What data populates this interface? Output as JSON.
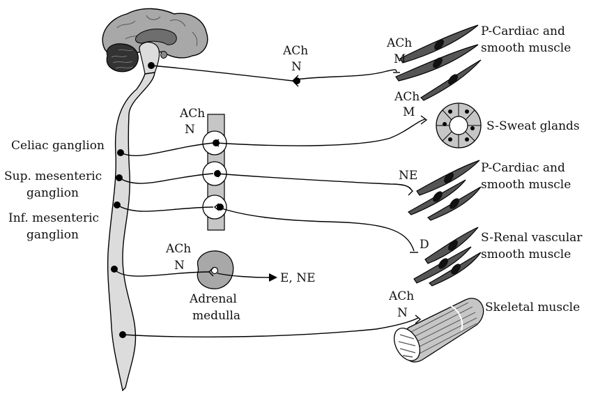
{
  "labels": {
    "ach_n_top": [
      "ACh",
      "N"
    ],
    "ach_m_top": [
      "ACh",
      "M"
    ],
    "ach_m_sweat": [
      "ACh",
      "M"
    ],
    "ach_n_ganglion": [
      "ACh",
      "N"
    ],
    "ach_n_adrenal": [
      "ACh",
      "N"
    ],
    "ach_n_skeletal": [
      "ACh",
      "N"
    ],
    "ne": "NE",
    "d": "D",
    "e_ne": "E, NE",
    "celiac": "Celiac ganglion",
    "sup_mesenteric": [
      "Sup. mesenteric",
      "ganglion"
    ],
    "inf_mesenteric": [
      "Inf. mesenteric",
      "ganglion"
    ],
    "adrenal": [
      "Adrenal",
      "medulla"
    ]
  },
  "targets": {
    "p_cardiac_1": [
      "P-Cardiac and",
      "smooth muscle"
    ],
    "s_sweat": "S-Sweat glands",
    "p_cardiac_2": [
      "P-Cardiac and",
      "smooth muscle"
    ],
    "s_renal": [
      "S-Renal vascular",
      "smooth muscle"
    ],
    "skeletal": "Skeletal muscle"
  },
  "colors": {
    "cord_fill": "#dcdcdc",
    "brain_fill": "#a8a8a8",
    "muscle_fill": "#555555"
  }
}
